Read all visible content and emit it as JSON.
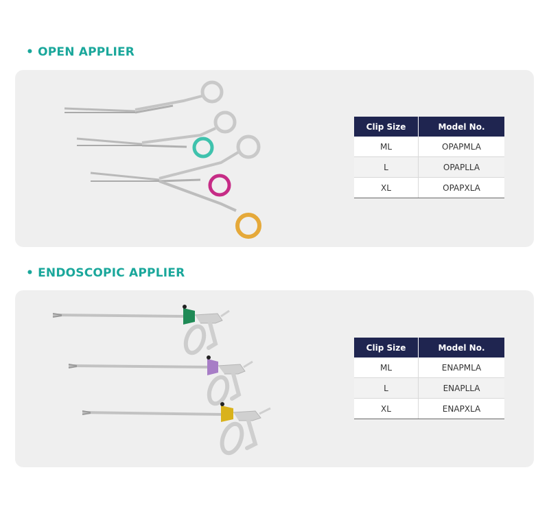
{
  "colors": {
    "accent": "#1aa79b",
    "header_navy": "#1f2550",
    "panel_bg": "#efefef"
  },
  "bullet": "•",
  "sections": [
    {
      "title": "OPEN APPLIER",
      "table": {
        "headers": [
          "Clip Size",
          "Model No."
        ],
        "rows": [
          [
            "ML",
            "OPAPMLA"
          ],
          [
            "L",
            "OPAPLLA"
          ],
          [
            "XL",
            "OPAPXLA"
          ]
        ]
      },
      "instruments": [
        {
          "name": "open-applier-large",
          "ring_color": "#c9c9c9"
        },
        {
          "name": "open-applier-teal",
          "ring_color": "#3fc2ad"
        },
        {
          "name": "open-applier-magenta",
          "ring_color": "#c62c86"
        },
        {
          "name": "open-applier-yellow",
          "ring_color": "#e5a93a"
        }
      ]
    },
    {
      "title": "ENDOSCOPIC APPLIER",
      "table": {
        "headers": [
          "Clip Size",
          "Model No."
        ],
        "rows": [
          [
            "ML",
            "ENAPMLA"
          ],
          [
            "L",
            "ENAPLLA"
          ],
          [
            "XL",
            "ENAPXLA"
          ]
        ]
      },
      "instruments": [
        {
          "name": "endo-applier-green",
          "knob_color": "#1f8a56"
        },
        {
          "name": "endo-applier-purple",
          "knob_color": "#a77dc6"
        },
        {
          "name": "endo-applier-yellow",
          "knob_color": "#d9b21b"
        }
      ]
    }
  ]
}
